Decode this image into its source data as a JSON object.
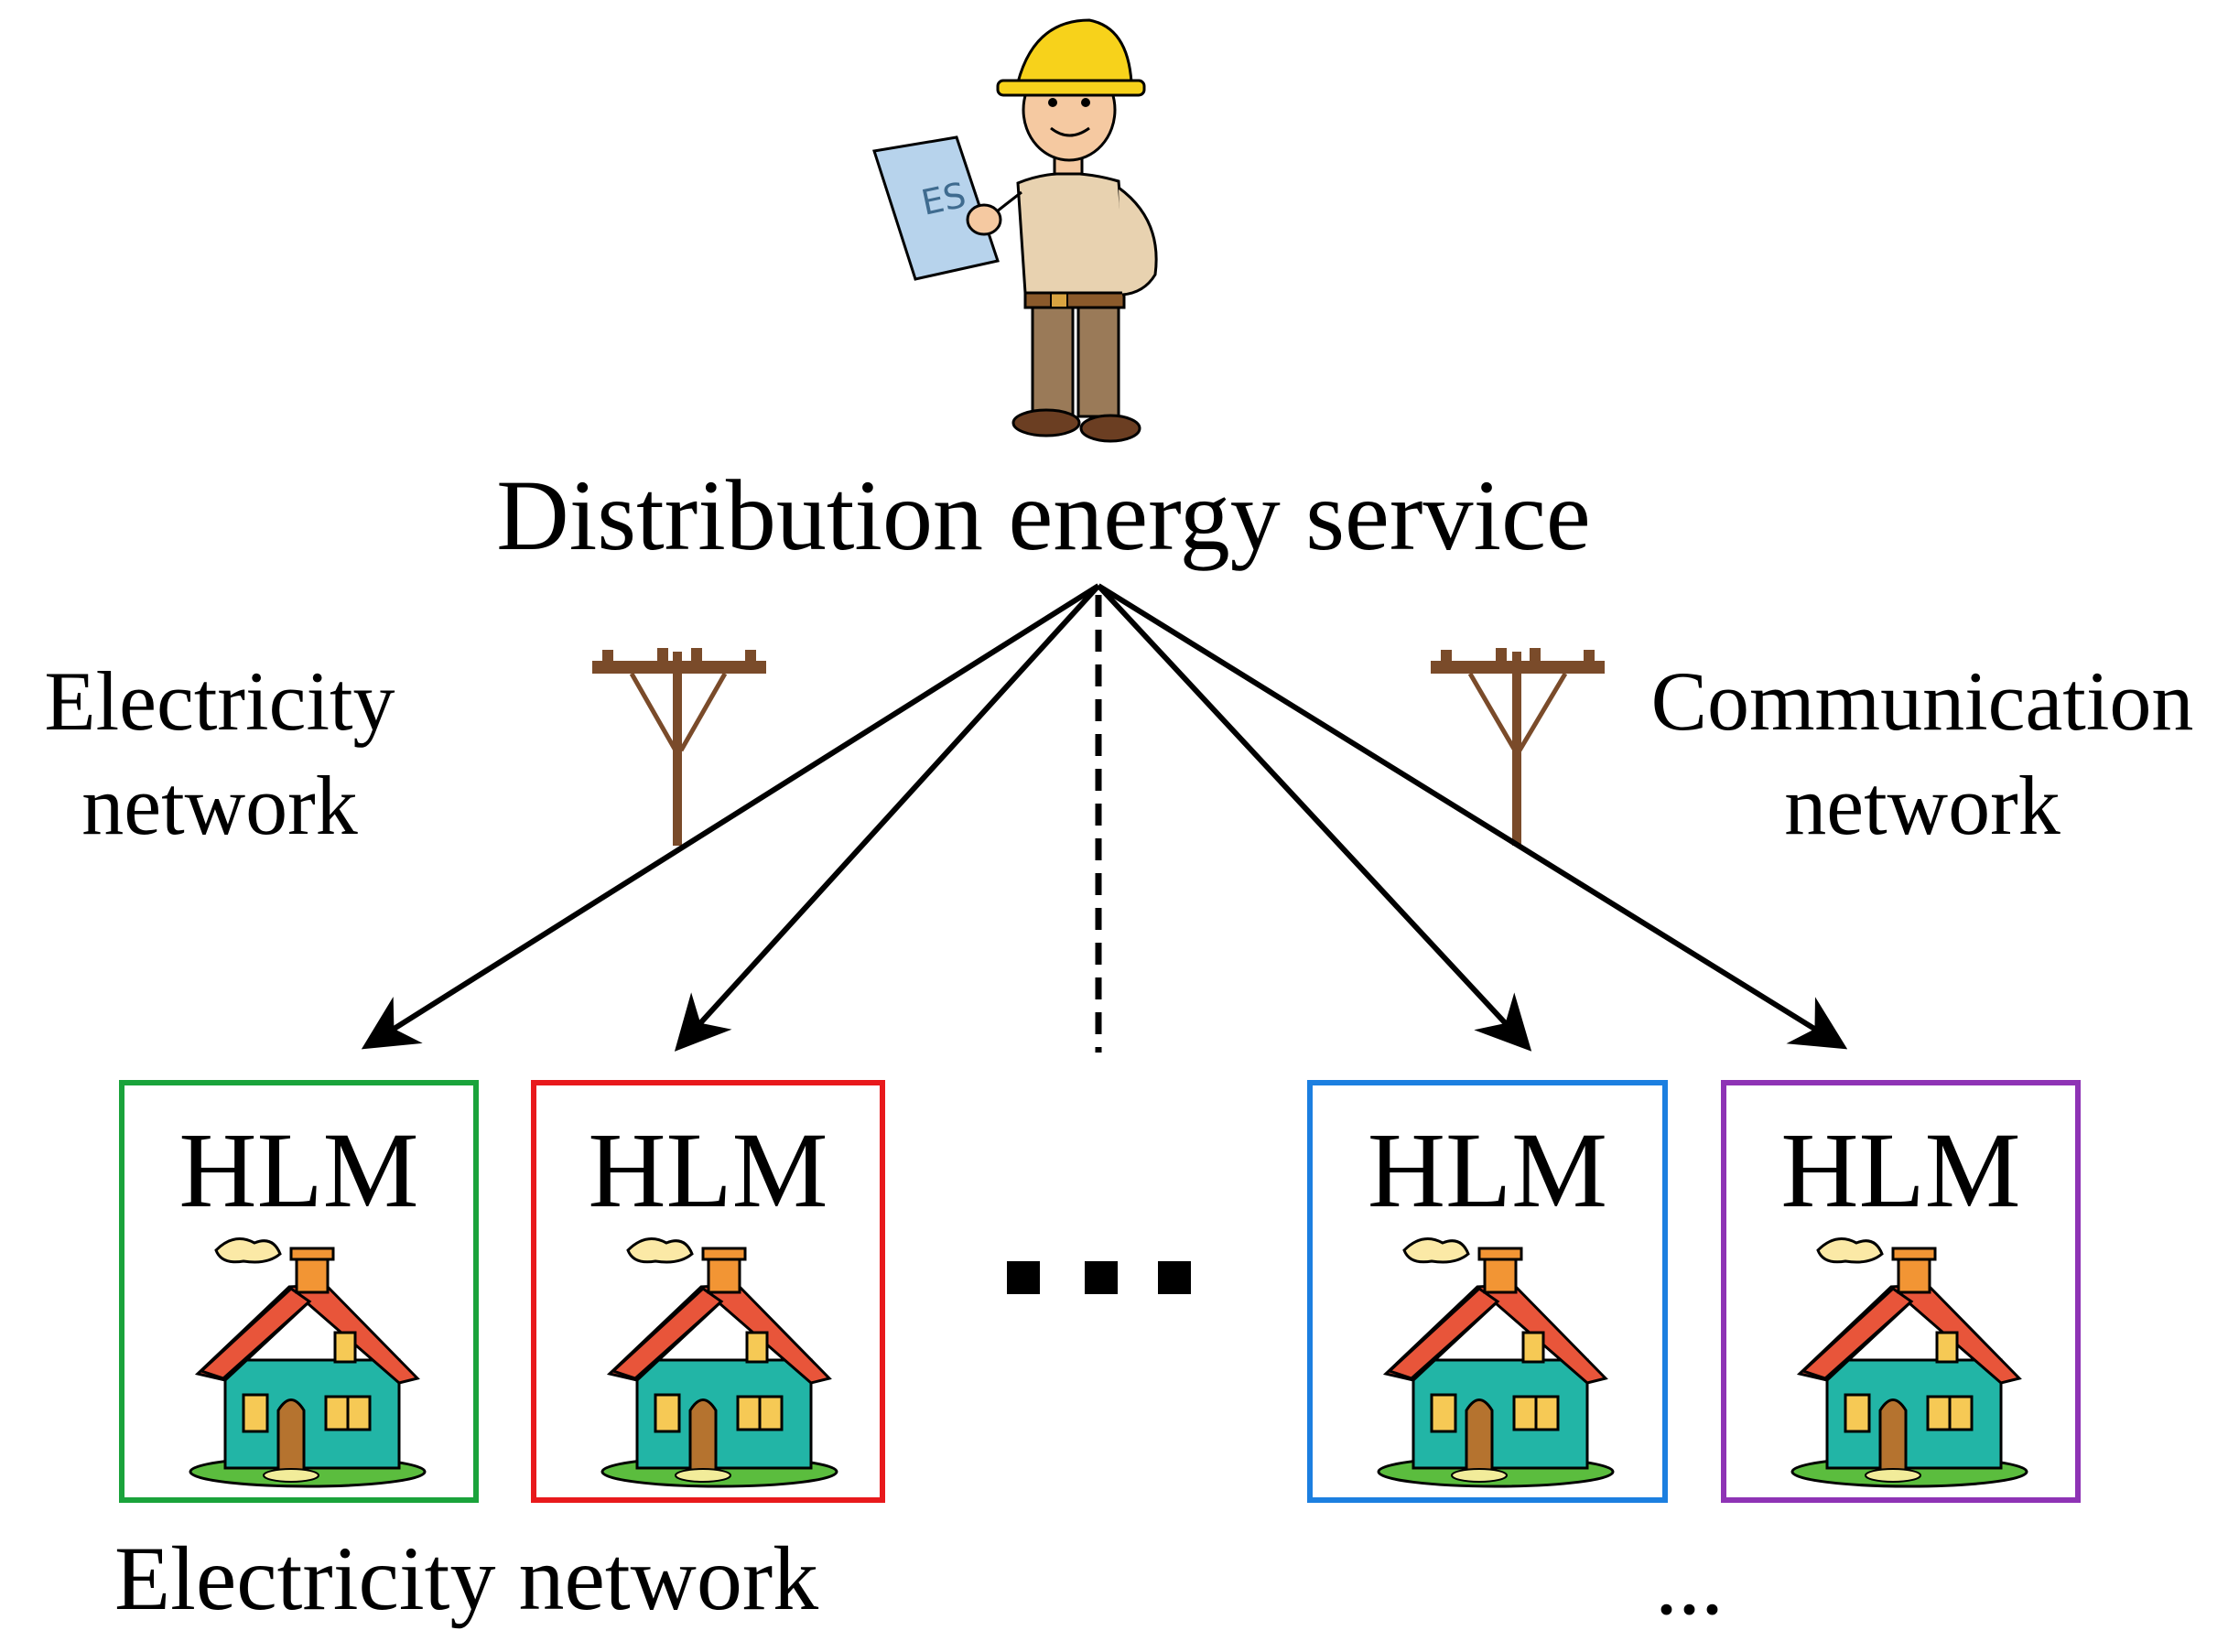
{
  "diagram": {
    "top_node": {
      "label": "Distribution energy service",
      "icon": "engineer-icon",
      "plan_text": "ES"
    },
    "left_pole": {
      "label_line1": "Electricity",
      "label_line2": "network",
      "icon": "utility-pole-icon"
    },
    "right_pole": {
      "label_line1": "Communication",
      "label_line2": "network",
      "icon": "utility-pole-icon"
    },
    "middle_ellipsis": "...",
    "bottom_left_label": "Electricity network",
    "bottom_right_ellipsis": "...",
    "hlm_boxes": [
      {
        "label": "HLM",
        "border_color": "#1aa33b",
        "icon": "house-icon"
      },
      {
        "label": "HLM",
        "border_color": "#e8191c",
        "icon": "house-icon"
      },
      {
        "label": "HLM",
        "border_color": "#1c7fe0",
        "icon": "house-icon"
      },
      {
        "label": "HLM",
        "border_color": "#8e33b5",
        "icon": "house-icon"
      }
    ],
    "colors": {
      "roof": "#e8553a",
      "wall": "#22b5a6",
      "chimney": "#f29534",
      "grass": "#5bbd3e",
      "pole": "#7a4b2a",
      "helmet": "#f7d21b"
    }
  }
}
